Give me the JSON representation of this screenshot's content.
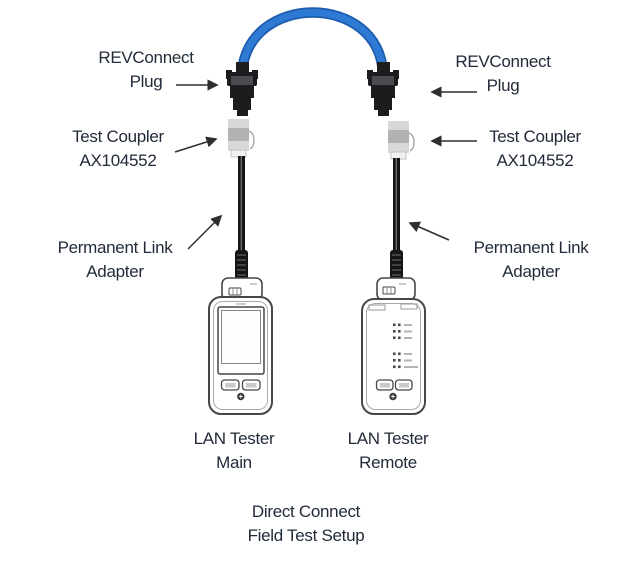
{
  "diagram": {
    "left": {
      "plug_label": {
        "line1": "REVConnect",
        "line2": "Plug"
      },
      "coupler_label": {
        "line1": "Test Coupler",
        "line2": "AX104552"
      },
      "adapter_label": {
        "line1": "Permanent Link",
        "line2": "Adapter"
      },
      "tester_label": {
        "line1": "LAN Tester",
        "line2": "Main"
      }
    },
    "right": {
      "plug_label": {
        "line1": "REVConnect",
        "line2": "Plug"
      },
      "coupler_label": {
        "line1": "Test Coupler",
        "line2": "AX104552"
      },
      "adapter_label": {
        "line1": "Permanent Link",
        "line2": "Adapter"
      },
      "tester_label": {
        "line1": "LAN Tester",
        "line2": "Remote"
      }
    },
    "caption": {
      "line1": "Direct Connect",
      "line2": "Field Test Setup"
    },
    "colors": {
      "background": "#ffffff",
      "text": "#212b3a",
      "arrow": "#2e2e2e",
      "cable": "#2e79d3",
      "cable_edge": "#1d5cae",
      "plug": "#1c1c1e",
      "plug_highlight": "#4b4b50",
      "coupler": "#d8d8d8",
      "coupler_band": "#b2b2b2",
      "cord": "#151515",
      "device_outline": "#474747"
    }
  }
}
